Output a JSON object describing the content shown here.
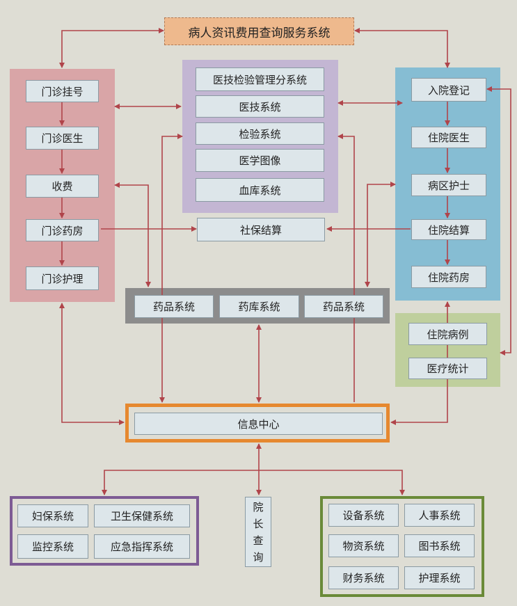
{
  "title": "病人资讯费用查询服务系统",
  "outpatient": [
    "门诊挂号",
    "门诊医生",
    "收费",
    "门诊药房",
    "门诊护理"
  ],
  "medtech": [
    "医技检验管理分系统",
    "医技系统",
    "检验系统",
    "医学图像",
    "血库系统"
  ],
  "social_security": "社保结算",
  "inpatient": [
    "入院登记",
    "住院医生",
    "病区护士",
    "住院结算",
    "住院药房"
  ],
  "records": [
    "住院病例",
    "医疗统计"
  ],
  "pharmacy": [
    "药品系统",
    "药库系统",
    "药品系统"
  ],
  "info_center": "信息中心",
  "public_health": [
    "妇保系统",
    "卫生保健系统",
    "监控系统",
    "应急指挥系统"
  ],
  "president_query": [
    "院",
    "长",
    "查",
    "询"
  ],
  "admin": [
    "设备系统",
    "人事系统",
    "物资系统",
    "图书系统",
    "财务系统",
    "护理系统"
  ],
  "colors": {
    "background": "#deddd4",
    "arrow": "#b0444a",
    "outpatient_panel": "#d9a5a7",
    "medtech_panel": "#c3b6d3",
    "inpatient_panel": "#86bdd3",
    "records_panel": "#bfcf9d",
    "pharmacy_panel": "#8c8c8c",
    "info_center_border": "#e6882f",
    "public_health_border": "#7d5b94",
    "admin_border": "#6a8a38",
    "title_fill": "#eeb98d"
  }
}
